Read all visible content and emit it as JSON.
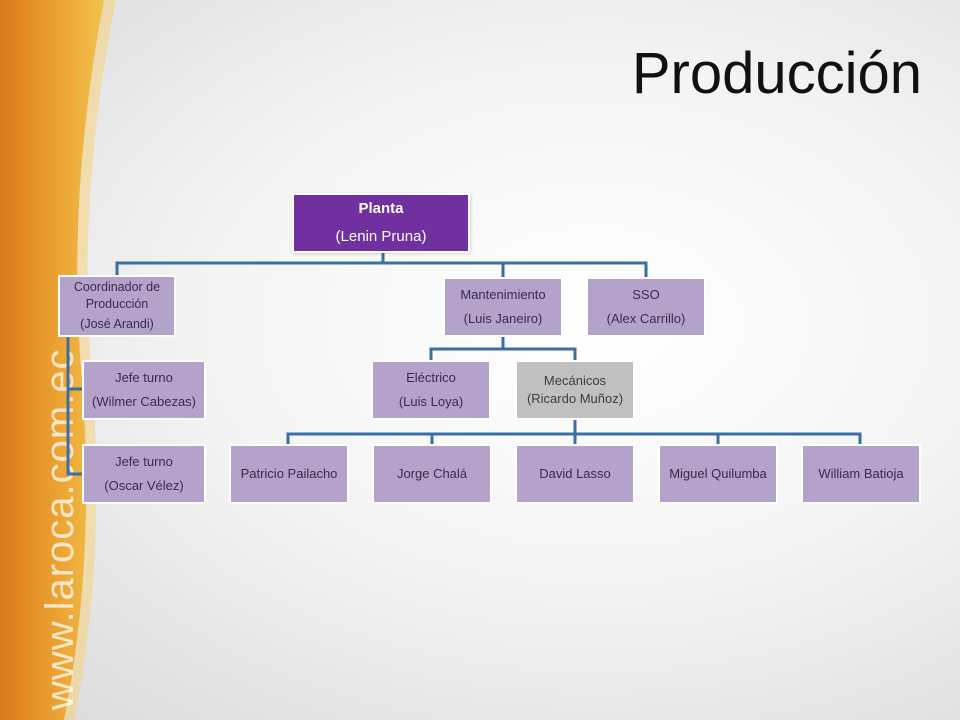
{
  "slide": {
    "title": "Producción",
    "watermark": "www.laroca.com.ec"
  },
  "colors": {
    "root_fill": "#7030a0",
    "node_fill": "#b3a2c9",
    "grey_node_fill": "#c0c0c0",
    "connector": "#3b6ea5",
    "accent_orange": "#e8962a"
  },
  "org": {
    "root": {
      "role": "Planta",
      "name": "(Lenin Pruna)"
    },
    "coordinador": {
      "role": "Coordinador de Producción",
      "name": "(José Arandi)"
    },
    "jefe1": {
      "role": "Jefe turno",
      "name": "(Wilmer Cabezas)"
    },
    "jefe2": {
      "role": "Jefe turno",
      "name": "(Oscar Vélez)"
    },
    "mantenimiento": {
      "role": "Mantenimiento",
      "name": "(Luis Janeiro)"
    },
    "sso": {
      "role": "SSO",
      "name": "(Alex Carrillo)"
    },
    "electrico": {
      "role": "Eléctrico",
      "name": "(Luis Loya)"
    },
    "mecanicos": {
      "role": "Mecánicos",
      "name": "(Ricardo Muñoz)"
    },
    "staff": [
      "Patricio Pailacho",
      "Jorge Chalá",
      "David Lasso",
      "Miguel Quilumba",
      "William Batioja"
    ]
  }
}
